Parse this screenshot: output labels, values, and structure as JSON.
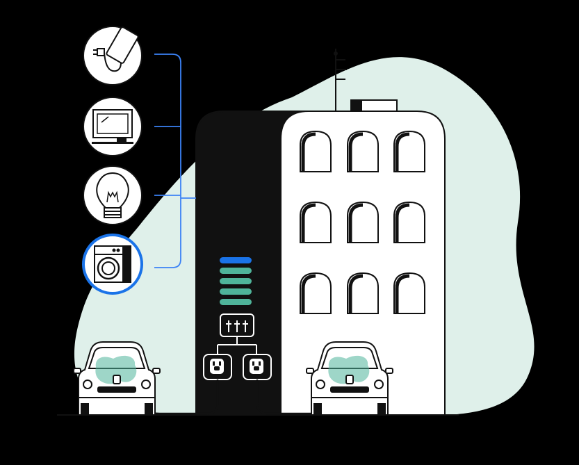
{
  "illustration": {
    "colors": {
      "background": "#000000",
      "blob": "#dff0ea",
      "ink": "#111111",
      "paper": "#ffffff",
      "accent_blue": "#1a73e8",
      "accent_green": "#4fb49a",
      "connector_blue": "#3b82f6"
    },
    "appliances": [
      {
        "name": "phone-charger",
        "icon": "plug-icon",
        "selected": false
      },
      {
        "name": "television",
        "icon": "tv-icon",
        "selected": false
      },
      {
        "name": "light-bulb",
        "icon": "bulb-icon",
        "selected": false
      },
      {
        "name": "washing-machine",
        "icon": "washer-icon",
        "selected": true
      }
    ],
    "battery": {
      "bars_total": 5,
      "bars_blue": 1,
      "bars_green": 4
    },
    "chargers": {
      "count": 2
    },
    "cars": {
      "count": 2
    },
    "building": {
      "window_rows": 3,
      "window_cols": 3
    }
  }
}
